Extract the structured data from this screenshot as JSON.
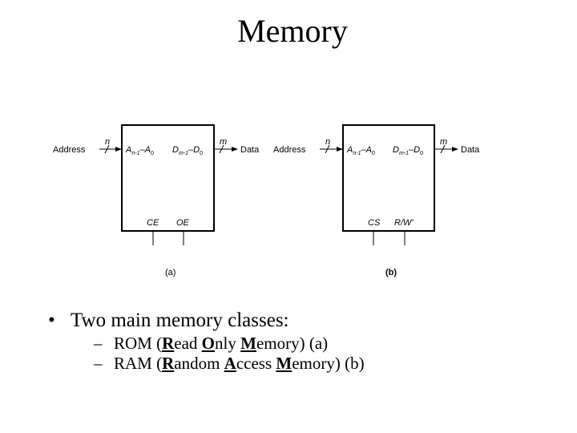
{
  "slide": {
    "title": "Memory"
  },
  "diagram": {
    "a": {
      "input_label": "Address",
      "input_width": "n",
      "addr_pins": {
        "base": "A",
        "hi_sub": "n-1",
        "dash": "–",
        "lo_sub": "0"
      },
      "data_pins": {
        "base": "D",
        "hi_sub": "m-1",
        "dash": "–",
        "lo_sub": "0"
      },
      "output_width": "m",
      "output_label": "Data",
      "control_1": "CE",
      "control_2": "OE",
      "caption": "(a)"
    },
    "b": {
      "input_label": "Address",
      "input_width": "n",
      "addr_pins": {
        "base": "A",
        "hi_sub": "n-1",
        "dash": "–",
        "lo_sub": "0"
      },
      "data_pins": {
        "base": "D",
        "hi_sub": "m-1",
        "dash": "–",
        "lo_sub": "0"
      },
      "output_width": "m",
      "output_label": "Data",
      "control_1": "CS",
      "control_2": "R/W'",
      "caption": "(b)"
    }
  },
  "bullets": {
    "main": {
      "marker": "•",
      "text": "Two main memory classes:"
    },
    "items": [
      {
        "marker": "–",
        "parts": [
          {
            "t": "ROM (",
            "e": false
          },
          {
            "t": "R",
            "e": true
          },
          {
            "t": "ead ",
            "e": false
          },
          {
            "t": "O",
            "e": true
          },
          {
            "t": "nly ",
            "e": false
          },
          {
            "t": "M",
            "e": true
          },
          {
            "t": "emory) (a)",
            "e": false
          }
        ]
      },
      {
        "marker": "–",
        "parts": [
          {
            "t": "RAM (",
            "e": false
          },
          {
            "t": "R",
            "e": true
          },
          {
            "t": "andom ",
            "e": false
          },
          {
            "t": "A",
            "e": true
          },
          {
            "t": "ccess ",
            "e": false
          },
          {
            "t": "M",
            "e": true
          },
          {
            "t": "emory) (b)",
            "e": false
          }
        ]
      }
    ]
  }
}
